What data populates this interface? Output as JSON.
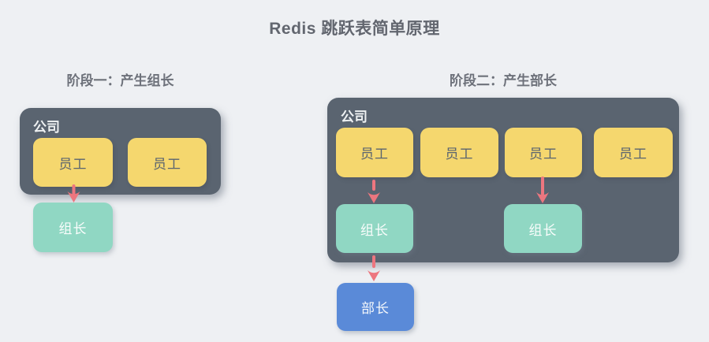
{
  "title": "Redis 跳跃表简单原理",
  "stage1": {
    "label": "阶段一：产生组长",
    "container_label": "公司",
    "employees": [
      "员工",
      "员工"
    ],
    "leader": "组长"
  },
  "stage2": {
    "label": "阶段二：产生部长",
    "container_label": "公司",
    "employees": [
      "员工",
      "员工",
      "员工",
      "员工"
    ],
    "leaders": [
      "组长",
      "组长"
    ],
    "minister": "部长"
  },
  "connections": [
    {
      "from": "stage1-employee-1",
      "to": "stage1-leader",
      "style": "arrow-down"
    },
    {
      "from": "stage2-employee-1",
      "to": "stage2-leader-1",
      "style": "arrow-down-dashed"
    },
    {
      "from": "stage2-employee-3",
      "to": "stage2-leader-2",
      "style": "arrow-down"
    },
    {
      "from": "stage2-leader-1",
      "to": "stage2-minister",
      "style": "arrow-down-dashed"
    }
  ],
  "colors": {
    "background": "#eef0f3",
    "container": "#5a6470",
    "employee_box": "#f5d76e",
    "leader_box": "#90d7c3",
    "minister_box": "#5a8ad8",
    "arrow": "#ed767f",
    "title_text": "#62666f",
    "label_text": "#6d717a",
    "container_text": "#eef1f2",
    "employee_text": "#5a6470"
  }
}
